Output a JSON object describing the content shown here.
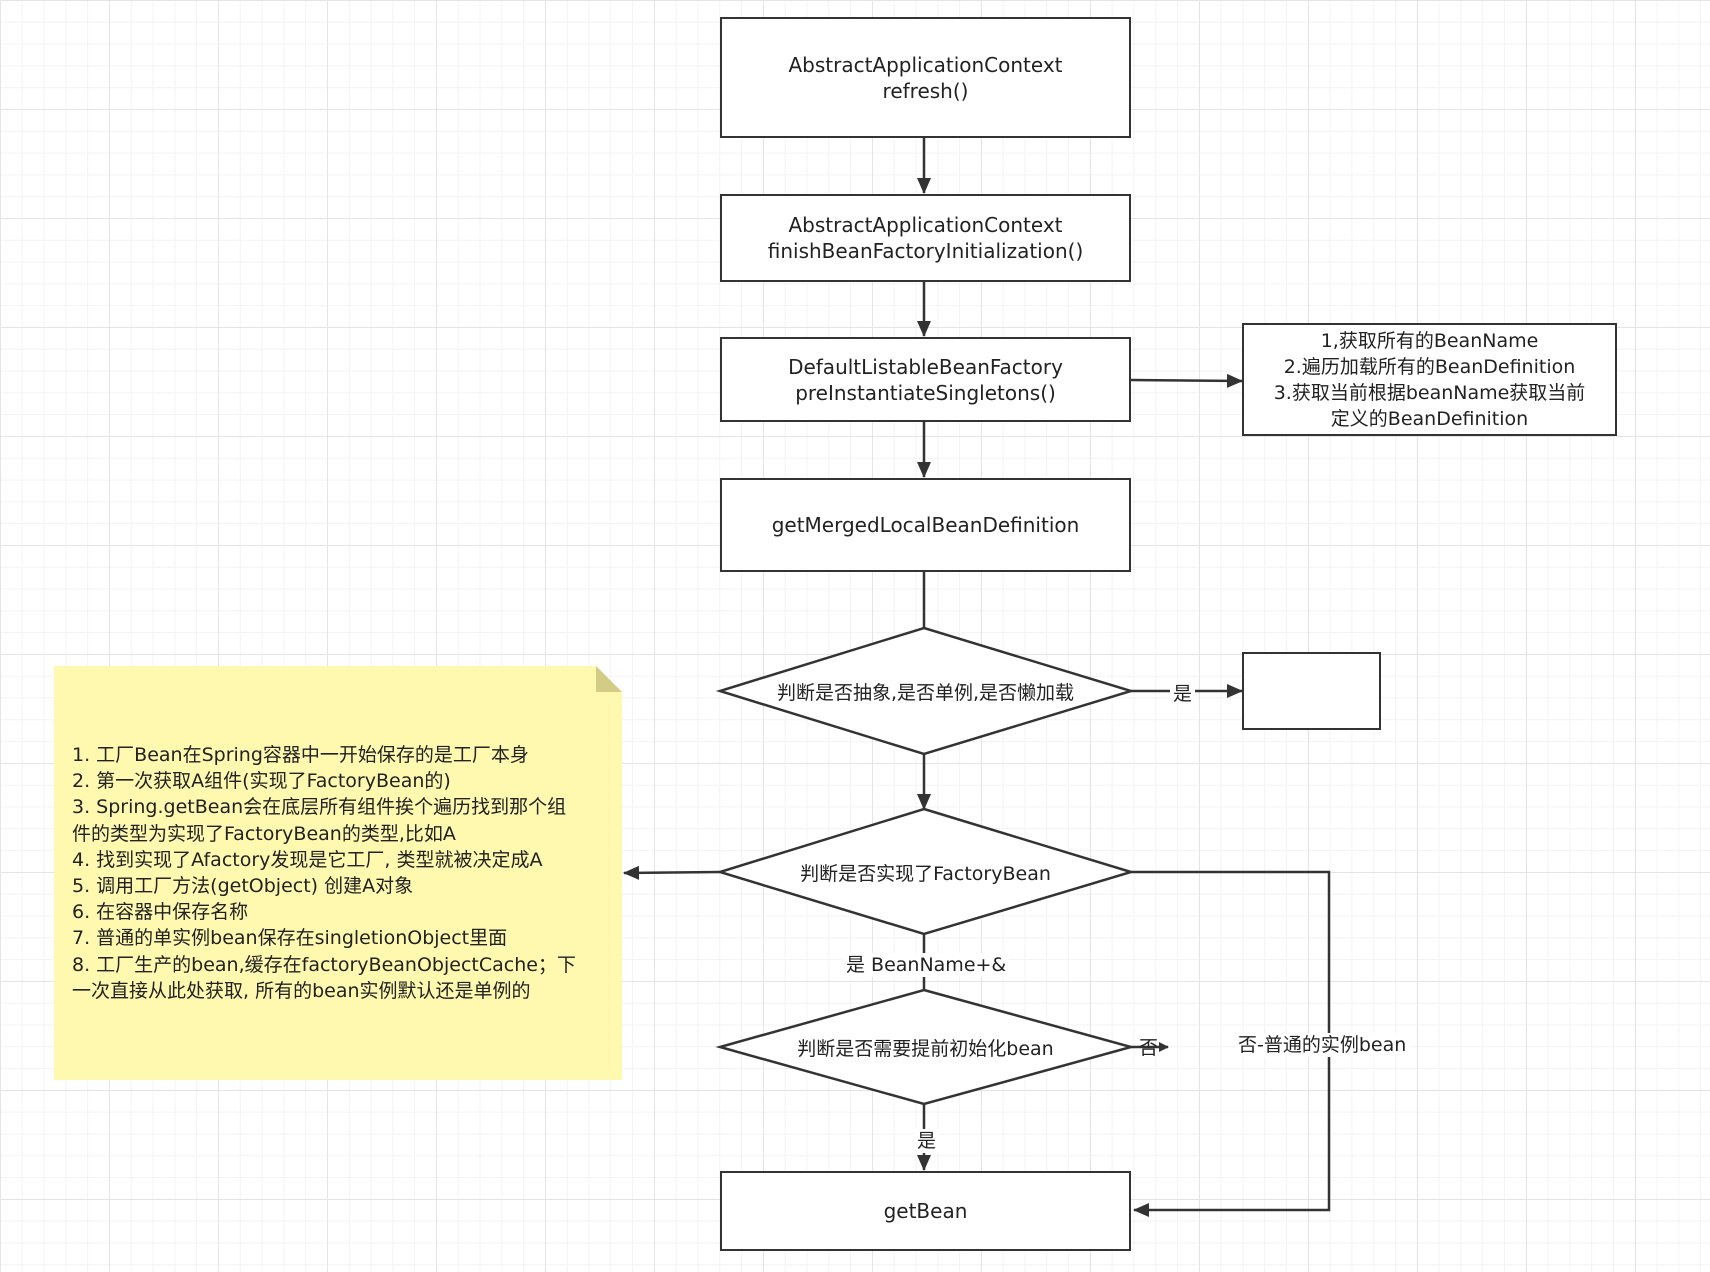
{
  "nodes": {
    "refresh": {
      "line1": "AbstractApplicationContext",
      "line2": "refresh()"
    },
    "finish_init": {
      "line1": "AbstractApplicationContext",
      "line2": "finishBeanFactoryInitialization()"
    },
    "pre_instantiate": {
      "line1": "DefaultListableBeanFactory",
      "line2": "preInstantiateSingletons()"
    },
    "get_merged": {
      "text": "getMergedLocalBeanDefinition"
    },
    "get_bean": {
      "text": "getBean"
    },
    "side_note": {
      "line1": "1,获取所有的BeanName",
      "line2": "2.遍历加载所有的BeanDefinition",
      "line3": "3.获取当前根据beanName获取当前",
      "line4": "定义的BeanDefinition"
    },
    "empty_box": {
      "text": ""
    }
  },
  "decisions": {
    "abstract_check": "判断是否抽象,是否单例,是否懒加载",
    "factory_bean_check": "判断是否实现了FactoryBean",
    "eager_init_check": "判断是否需要提前初始化bean"
  },
  "edge_labels": {
    "abstract_yes": "是",
    "factory_yes": "是 BeanName+&",
    "factory_no": "否-普通的实例bean",
    "eager_no": "否",
    "eager_yes": "是"
  },
  "sticky_note": {
    "lines": [
      "1. 工厂Bean在Spring容器中一开始保存的是工厂本身",
      "2. 第一次获取A组件(实现了FactoryBean的)",
      "3. Spring.getBean会在底层所有组件挨个遍历找到那个组",
      "件的类型为实现了FactoryBean的类型,比如A",
      "4. 找到实现了Afactory发现是它工厂, 类型就被决定成A",
      "5. 调用工厂方法(getObject) 创建A对象",
      "6. 在容器中保存名称",
      "7. 普通的单实例bean保存在singletionObject里面",
      "8. 工厂生产的bean,缓存在factoryBeanObjectCache；下",
      "一次直接从此处获取, 所有的bean实例默认还是单例的"
    ]
  },
  "colors": {
    "stroke": "#333333",
    "note_fill": "#fff9b0",
    "grid": "#e4e4e4"
  }
}
